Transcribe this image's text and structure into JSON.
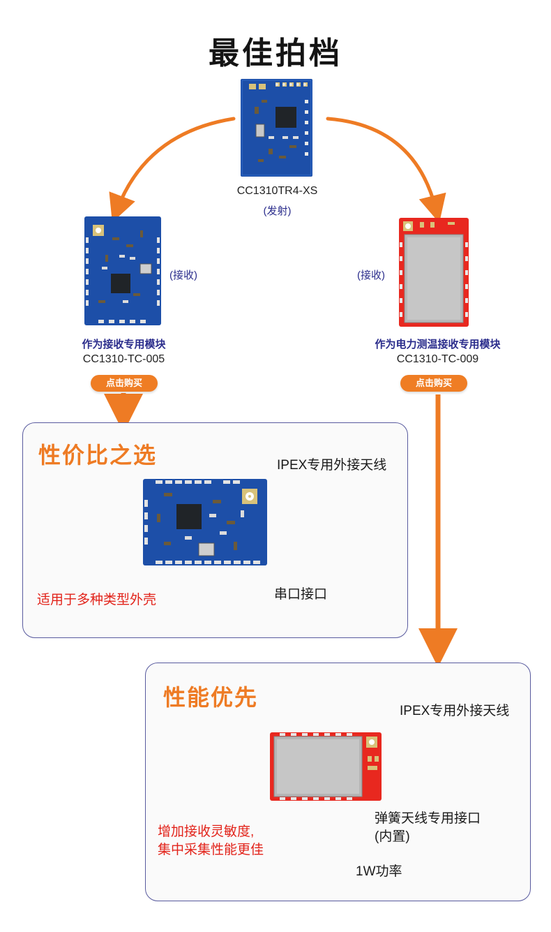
{
  "title": "最佳拍档",
  "transmitter": {
    "model": "CC1310TR4-XS",
    "role": "(发射)"
  },
  "receivers": [
    {
      "role": "(接收)",
      "purpose": "作为接收专用模块",
      "model": "CC1310-TC-005",
      "buy_label": "点击购买"
    },
    {
      "role": "(接收)",
      "purpose": "作为电力测温接收专用模块",
      "model": "CC1310-TC-009",
      "buy_label": "点击购买"
    }
  ],
  "box_value": {
    "title": "性价比之选",
    "antenna_label": "IPEX专用外接天线",
    "serial_label": "串口接口",
    "compat_label": "适用于多种类型外壳"
  },
  "box_performance": {
    "title": "性能优先",
    "antenna_label": "IPEX专用外接天线",
    "spring_label": "弹簧天线专用接口",
    "spring_sub": "(内置)",
    "sensitivity_line1": "增加接收灵敏度,",
    "sensitivity_line2": "集中采集性能更佳",
    "power_label": "1W功率"
  },
  "colors": {
    "accent_orange": "#ee7b24",
    "board_blue": "#1d4fa8",
    "board_red": "#e8281f",
    "text_blue": "#2b2d8c",
    "highlight_red": "#e2231a",
    "box_border": "#585a9e"
  }
}
